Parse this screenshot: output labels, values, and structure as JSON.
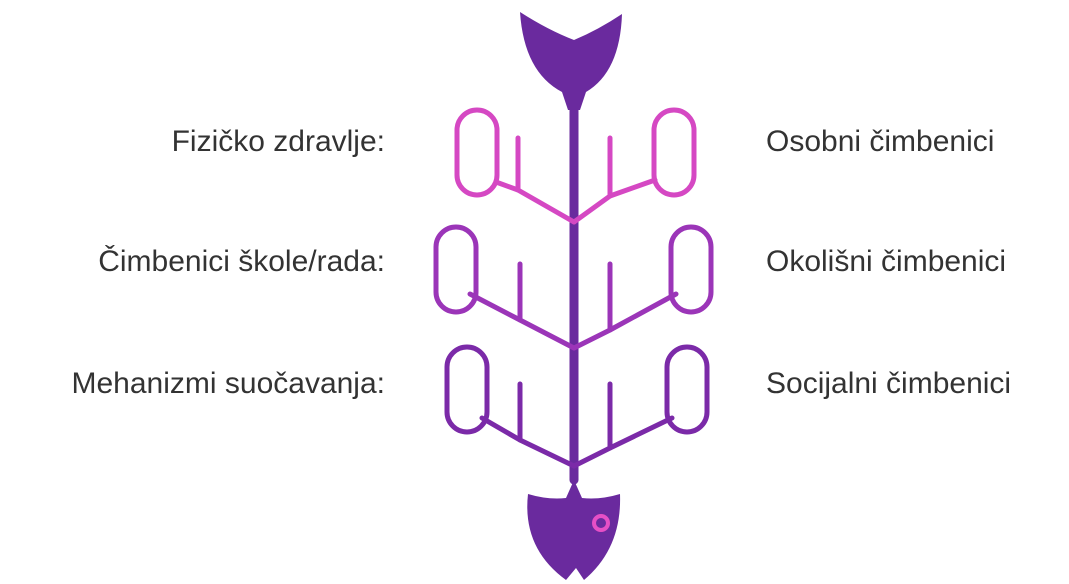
{
  "diagram": {
    "left_causes": [
      {
        "label": "Fizičko zdravlje:"
      },
      {
        "label": "Čimbenici škole/rada:"
      },
      {
        "label": "Mehanizmi suočavanja:"
      }
    ],
    "right_causes": [
      {
        "label": "Osobni čimbenici"
      },
      {
        "label": "Okolišni čimbenici"
      },
      {
        "label": "Socijalni čimbenici"
      }
    ]
  },
  "colors": {
    "spine": "#6a2a9e",
    "rib_top": "#d548c3",
    "rib_middle": "#9b35b8",
    "rib_bottom": "#7b2aa8",
    "eye": "#e64fc6",
    "text": "#333333"
  }
}
